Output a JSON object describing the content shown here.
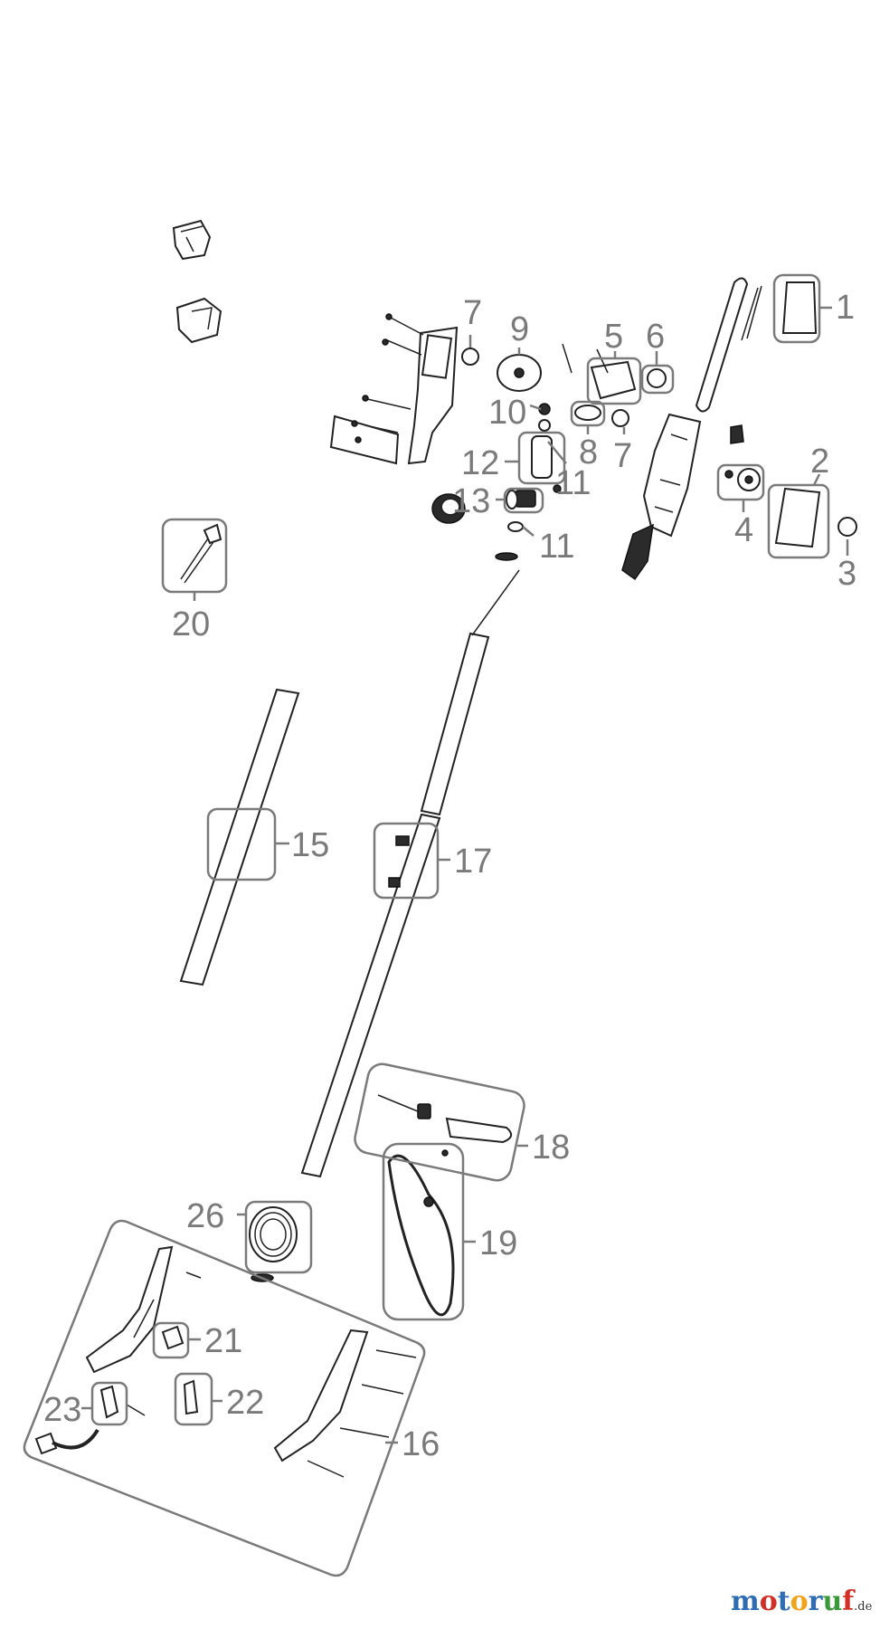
{
  "callouts": [
    "1",
    "2",
    "3",
    "4",
    "5",
    "6",
    "7",
    "7",
    "8",
    "9",
    "10",
    "11",
    "11",
    "12",
    "13",
    "15",
    "16",
    "17",
    "18",
    "19",
    "20",
    "21",
    "22",
    "23",
    "26"
  ],
  "logo": {
    "letters": [
      "m",
      "o",
      "t",
      "o",
      "r",
      "u",
      "f"
    ],
    "colors": [
      "#2e6db4",
      "#d22f27",
      "#2e6db4",
      "#f0a31b",
      "#2e6db4",
      "#3a9a3a",
      "#d22f27"
    ],
    "tld": ".de"
  },
  "colors": {
    "callout": "#7a7a7a",
    "line": "#222222"
  }
}
